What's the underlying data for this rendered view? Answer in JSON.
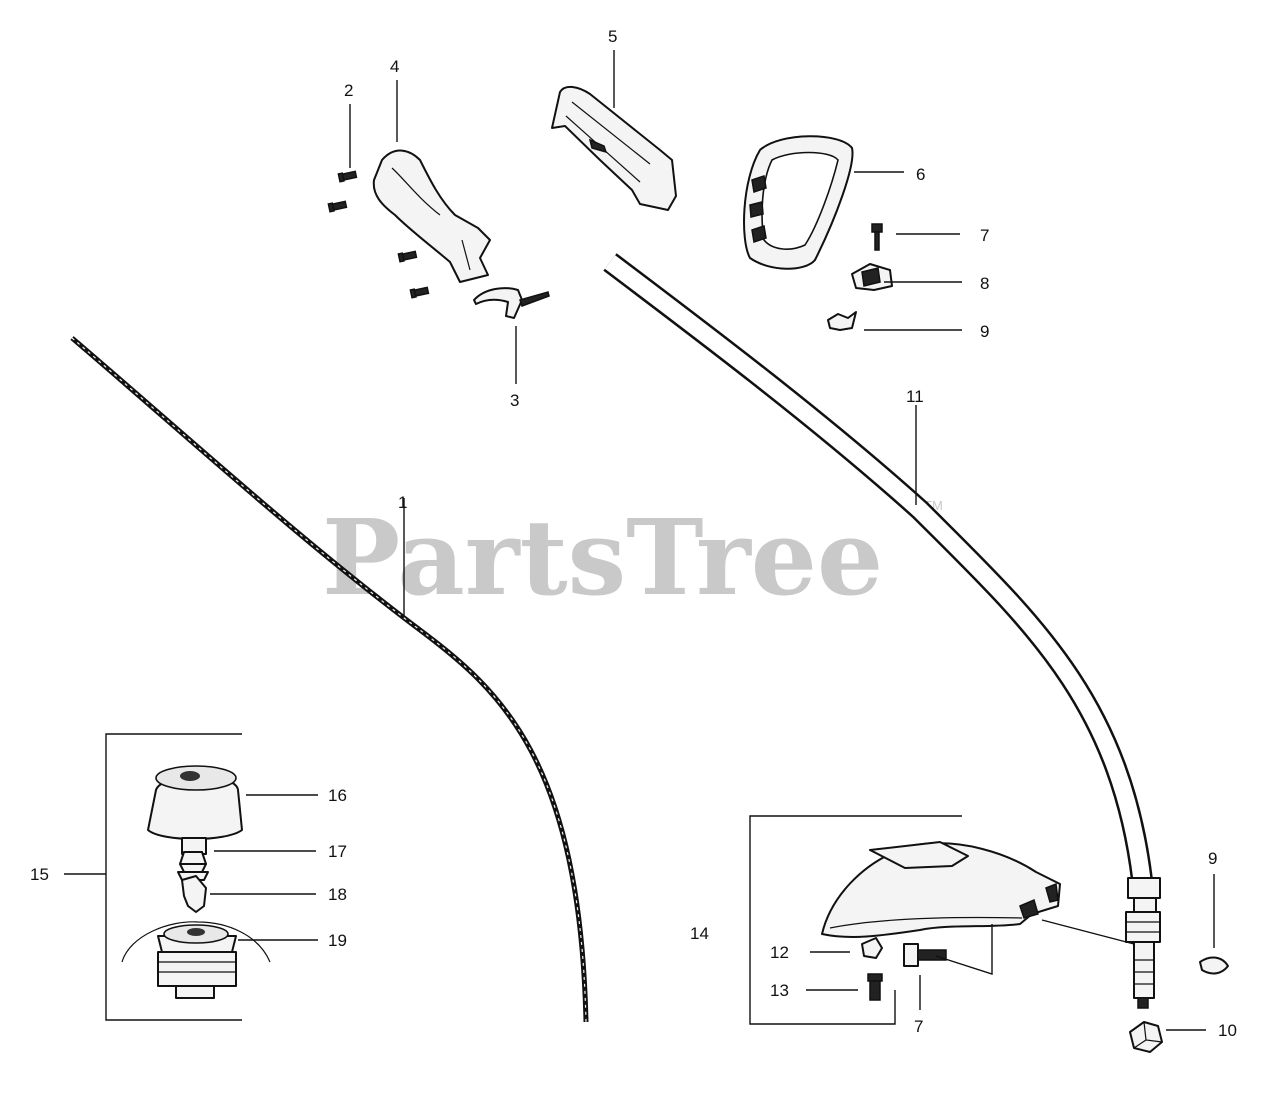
{
  "watermark": {
    "text": "PartsTree",
    "tm": "TM"
  },
  "labels": [
    {
      "id": "1",
      "text": "1"
    },
    {
      "id": "2",
      "text": "2"
    },
    {
      "id": "3",
      "text": "3"
    },
    {
      "id": "4",
      "text": "4"
    },
    {
      "id": "5",
      "text": "5"
    },
    {
      "id": "6",
      "text": "6"
    },
    {
      "id": "7a",
      "text": "7"
    },
    {
      "id": "8",
      "text": "8"
    },
    {
      "id": "9a",
      "text": "9"
    },
    {
      "id": "11",
      "text": "11"
    },
    {
      "id": "9b",
      "text": "9"
    },
    {
      "id": "10",
      "text": "10"
    },
    {
      "id": "14",
      "text": "14"
    },
    {
      "id": "12",
      "text": "12"
    },
    {
      "id": "13",
      "text": "13"
    },
    {
      "id": "7b",
      "text": "7"
    },
    {
      "id": "15",
      "text": "15"
    },
    {
      "id": "16",
      "text": "16"
    },
    {
      "id": "17",
      "text": "17"
    },
    {
      "id": "18",
      "text": "18"
    },
    {
      "id": "19",
      "text": "19"
    }
  ]
}
